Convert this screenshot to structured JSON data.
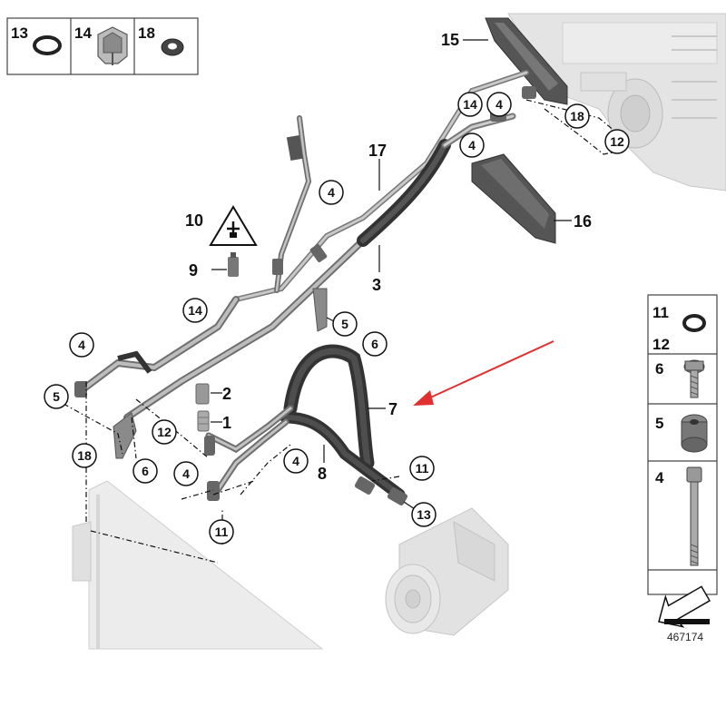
{
  "top_legend": {
    "items": [
      {
        "number": "13",
        "icon": "o-ring-icon"
      },
      {
        "number": "14",
        "icon": "clip-bracket-icon"
      },
      {
        "number": "18",
        "icon": "grommet-icon"
      }
    ]
  },
  "callouts_plain": [
    {
      "id": "c15",
      "text": "15"
    },
    {
      "id": "c16",
      "text": "16"
    },
    {
      "id": "c17",
      "text": "17"
    },
    {
      "id": "c3",
      "text": "3"
    },
    {
      "id": "c10",
      "text": "10"
    },
    {
      "id": "c9",
      "text": "9"
    },
    {
      "id": "c2",
      "text": "2"
    },
    {
      "id": "c1",
      "text": "1"
    },
    {
      "id": "c7",
      "text": "7"
    },
    {
      "id": "c8",
      "text": "8"
    }
  ],
  "callouts_circled": [
    {
      "id": "k14a",
      "text": "14"
    },
    {
      "id": "k4a",
      "text": "4"
    },
    {
      "id": "k18a",
      "text": "18"
    },
    {
      "id": "k4b",
      "text": "4"
    },
    {
      "id": "k12a",
      "text": "12"
    },
    {
      "id": "k4c",
      "text": "4"
    },
    {
      "id": "k14b",
      "text": "14"
    },
    {
      "id": "k5a",
      "text": "5"
    },
    {
      "id": "k6a",
      "text": "6"
    },
    {
      "id": "k4d",
      "text": "4"
    },
    {
      "id": "k5b",
      "text": "5"
    },
    {
      "id": "k12b",
      "text": "12"
    },
    {
      "id": "k6b",
      "text": "6"
    },
    {
      "id": "k18b",
      "text": "18"
    },
    {
      "id": "k4e",
      "text": "4"
    },
    {
      "id": "k4f",
      "text": "4"
    },
    {
      "id": "k11a",
      "text": "11"
    },
    {
      "id": "k11b",
      "text": "11"
    },
    {
      "id": "k13",
      "text": "13"
    }
  ],
  "side_legend": {
    "items": [
      {
        "numbers": [
          "11",
          "12"
        ],
        "icon": "o-ring-icon"
      },
      {
        "numbers": [
          "6"
        ],
        "icon": "screw-icon"
      },
      {
        "numbers": [
          "5"
        ],
        "icon": "rubber-mount-icon"
      },
      {
        "numbers": [
          "4"
        ],
        "icon": "bolt-icon"
      }
    ],
    "direction_icon": "arrow-direction-icon"
  },
  "reference_number": "467174",
  "highlight_arrow_color": "#e03030"
}
